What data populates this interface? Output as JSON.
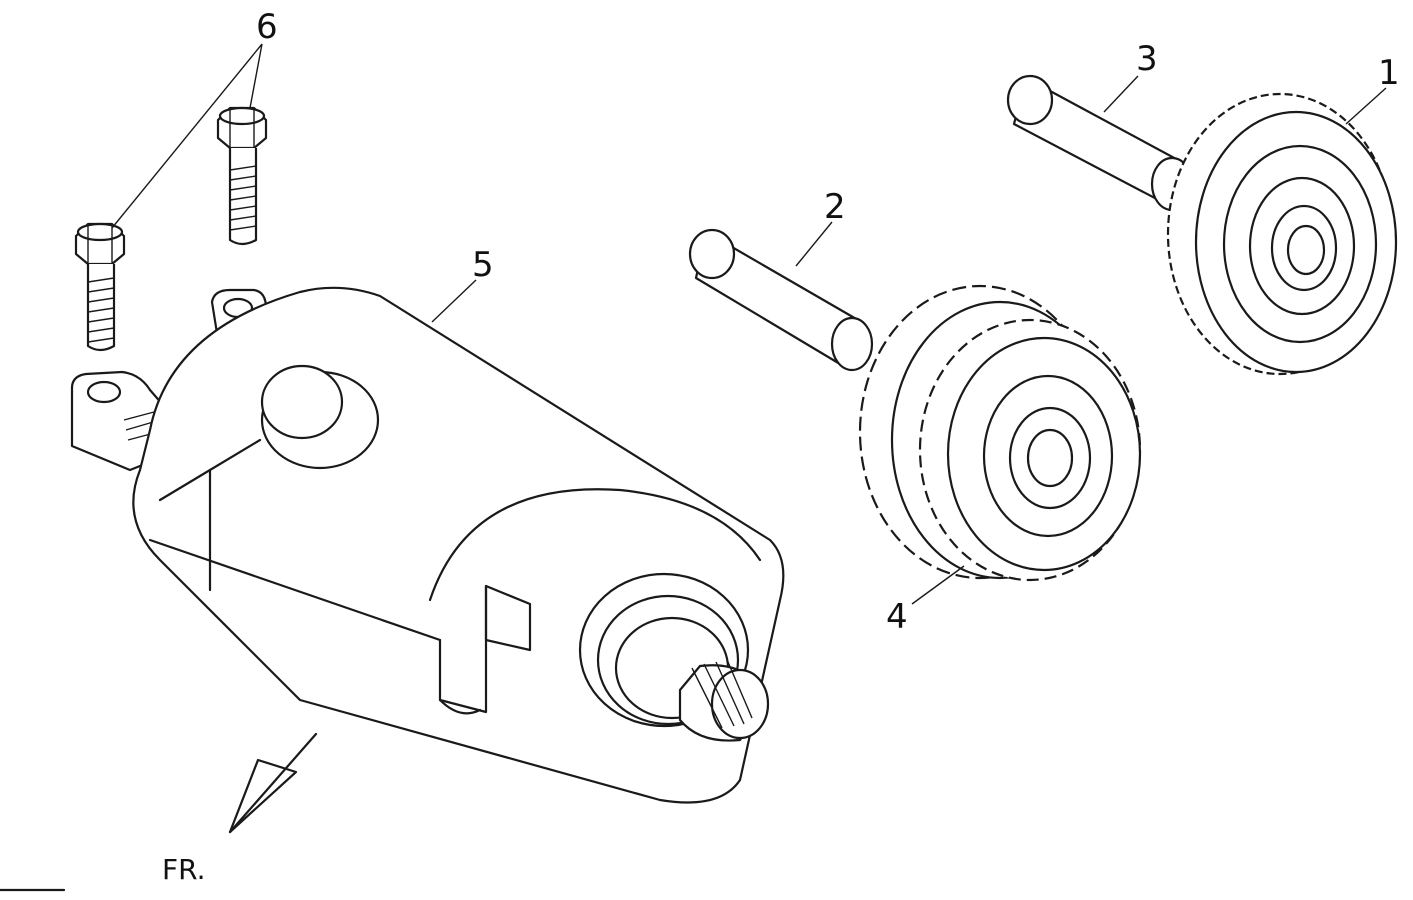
{
  "callouts": [
    {
      "id": "1",
      "text": "1"
    },
    {
      "id": "2",
      "text": "2"
    },
    {
      "id": "3",
      "text": "3"
    },
    {
      "id": "4",
      "text": "4"
    },
    {
      "id": "5",
      "text": "5"
    },
    {
      "id": "6",
      "text": "6"
    }
  ],
  "direction": {
    "label": "FR."
  }
}
